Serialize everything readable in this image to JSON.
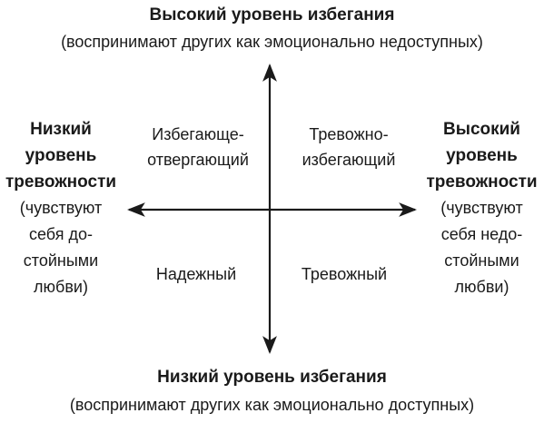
{
  "top": {
    "title": "Высокий уровень избегания",
    "subtitle": "(воспринимают других как эмоционально недоступных)"
  },
  "bottom": {
    "title": "Низкий уровень избегания",
    "subtitle": "(воспринимают других как эмоционально доступных)"
  },
  "left": {
    "title_lines": [
      "Низкий",
      "уровень",
      "тревожности"
    ],
    "note_lines": [
      "(чувствуют",
      "себя до-",
      "стойными",
      "любви)"
    ]
  },
  "right": {
    "title_lines": [
      "Высокий",
      "уровень",
      "тревожности"
    ],
    "note_lines": [
      "(чувствуют",
      "себя недо-",
      "стойными",
      "любви)"
    ]
  },
  "quadrants": {
    "top_left": [
      "Избегающе-",
      "отвергающий"
    ],
    "top_right": [
      "Тревожно-",
      "избегающий"
    ],
    "bottom_left": [
      "Надежный"
    ],
    "bottom_right": [
      "Тревожный"
    ]
  },
  "colors": {
    "text": "#1a1a1a",
    "axis": "#1a1a1a"
  }
}
